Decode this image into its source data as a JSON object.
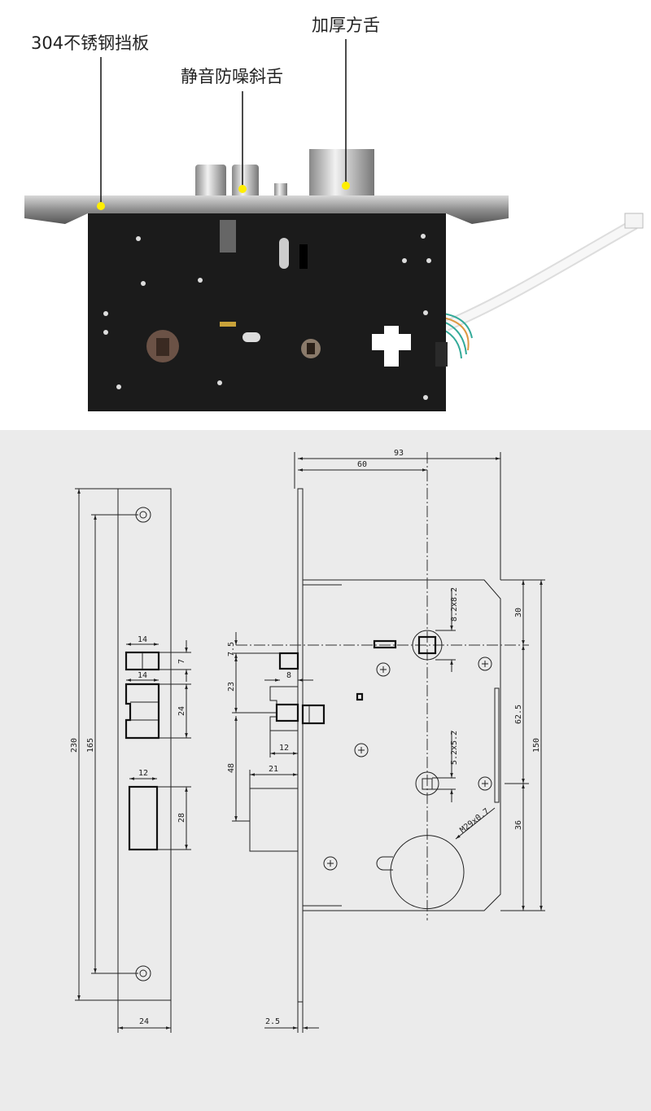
{
  "photo": {
    "callouts": [
      {
        "label": "304不锈钢挡板"
      },
      {
        "label": "静音防噪斜舌"
      },
      {
        "label": "加厚方舌"
      }
    ],
    "colors": {
      "marker": "#ffee00",
      "body": "#1a1a1a",
      "faceplate": "#9a9a9a"
    }
  },
  "drawing": {
    "faceplate_view": {
      "total_height": "230",
      "screw_spacing": "165",
      "width": "24",
      "latch_top_width": "14",
      "latch_top_height": "7",
      "latch_mid_width": "14",
      "latch_mid_height": "24",
      "bolt_width": "12",
      "bolt_height": "28"
    },
    "side_view": {
      "overall_depth": "93",
      "backset": "60",
      "top_offset": "7.5",
      "aux_bolt_width": "8",
      "latch_spacing": "23",
      "latch_width": "12",
      "bolt_spacing": "48",
      "bolt_throw": "21",
      "faceplate_thickness": "2.5",
      "spindle_top": "8.2x8.2",
      "spindle_bottom": "5.2x5.2",
      "cylinder_thread": "M29x0.7",
      "top_to_spindle": "30",
      "spindle_spacing": "62.5",
      "body_height": "150",
      "spindle_to_bottom": "36"
    },
    "colors": {
      "background": "#ebebeb",
      "line": "#222222"
    }
  }
}
